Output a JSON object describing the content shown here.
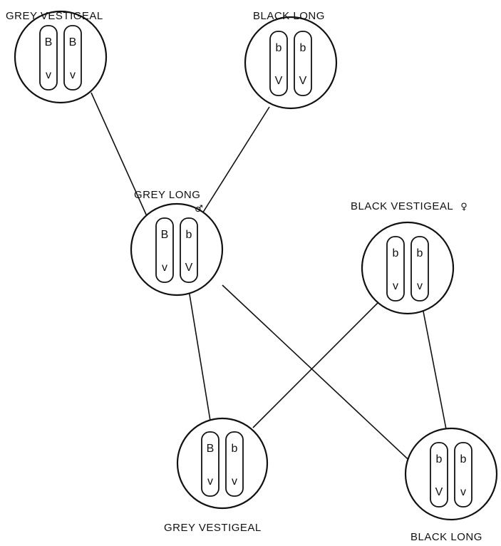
{
  "individuals": [
    {
      "key": "p1",
      "label": "GREY VESTIGEAL",
      "sex_symbol": "",
      "chromosomes": [
        {
          "top": "B",
          "bottom": "v"
        },
        {
          "top": "B",
          "bottom": "v"
        }
      ]
    },
    {
      "key": "p2",
      "label": "BLACK LONG",
      "sex_symbol": "",
      "chromosomes": [
        {
          "top": "b",
          "bottom": "V"
        },
        {
          "top": "b",
          "bottom": "V"
        }
      ]
    },
    {
      "key": "f1",
      "label": "GREY LONG",
      "sex_symbol": "♂",
      "chromosomes": [
        {
          "top": "B",
          "bottom": "v"
        },
        {
          "top": "b",
          "bottom": "V"
        }
      ]
    },
    {
      "key": "female",
      "label": "BLACK VESTIGEAL",
      "sex_symbol": "♀",
      "chromosomes": [
        {
          "top": "b",
          "bottom": "v"
        },
        {
          "top": "b",
          "bottom": "v"
        }
      ]
    },
    {
      "key": "o1",
      "label": "GREY VESTIGEAL",
      "sex_symbol": "",
      "chromosomes": [
        {
          "top": "B",
          "bottom": "v"
        },
        {
          "top": "b",
          "bottom": "v"
        }
      ]
    },
    {
      "key": "o2",
      "label": "BLACK LONG",
      "sex_symbol": "",
      "chromosomes": [
        {
          "top": "b",
          "bottom": "V"
        },
        {
          "top": "b",
          "bottom": "v"
        }
      ]
    }
  ],
  "links": [
    {
      "from": "p1",
      "to": "f1"
    },
    {
      "from": "p2",
      "to": "f1"
    },
    {
      "from": "f1",
      "to": "o1"
    },
    {
      "from": "f1",
      "to": "o2"
    },
    {
      "from": "female",
      "to": "o1"
    },
    {
      "from": "female",
      "to": "o2"
    }
  ]
}
